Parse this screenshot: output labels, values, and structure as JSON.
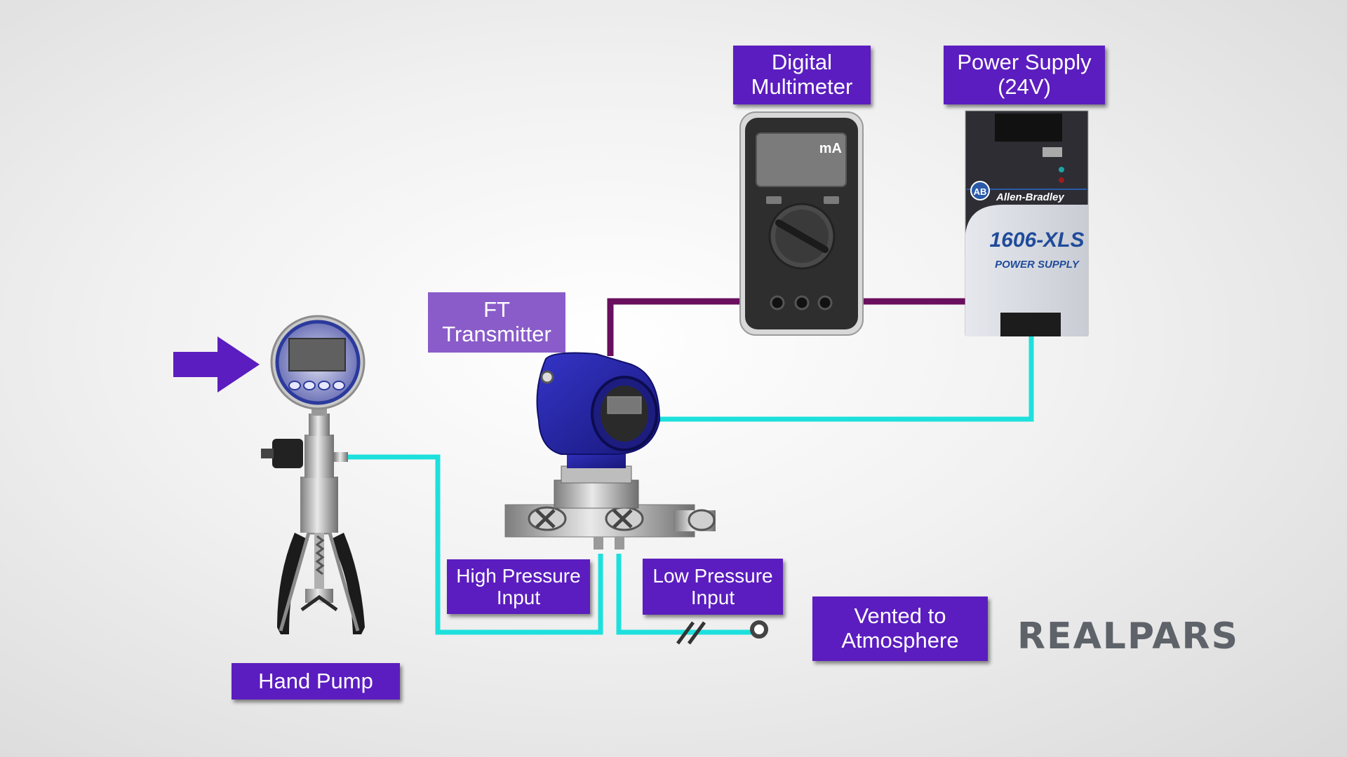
{
  "labels": {
    "digital_multimeter": [
      "Digital",
      "Multimeter"
    ],
    "power_supply": [
      "Power Supply",
      "(24V)"
    ],
    "ft_transmitter": [
      "FT",
      "Transmitter"
    ],
    "high_pressure_input": [
      "High Pressure",
      "Input"
    ],
    "low_pressure_input": [
      "Low Pressure",
      "Input"
    ],
    "vented": [
      "Vented to",
      "Atmosphere"
    ],
    "hand_pump": "Hand Pump"
  },
  "multimeter": {
    "unit": "mA"
  },
  "power_supply_unit": {
    "brand_badge": "AB",
    "brand": "Allen-Bradley",
    "model": "1606-XLS",
    "subtitle": "POWER SUPPLY"
  },
  "logo": "REALPARS",
  "colors": {
    "label_bg": "#5b1dbf",
    "label_ft_bg": "#8a5cc9",
    "tube": "#1de0dc",
    "signal_wire": "#6a0e5e",
    "arrow": "#5b1dbf",
    "transmitter": "#2a2ab0"
  },
  "icons": [
    "arrow-right-icon",
    "pressure-gauge-icon",
    "hand-pump-icon",
    "dp-transmitter-icon",
    "multimeter-icon",
    "power-supply-icon",
    "vent-port-icon"
  ]
}
